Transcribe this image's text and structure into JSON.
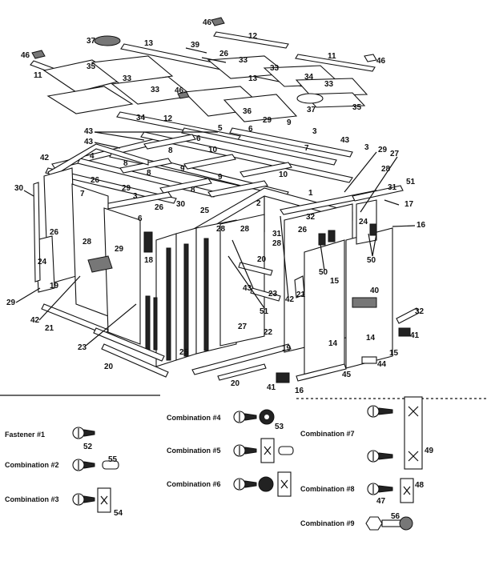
{
  "part_callouts": [
    {
      "id": "c1",
      "label": "46"
    },
    {
      "id": "c2",
      "label": "12"
    },
    {
      "id": "c3",
      "label": "37"
    },
    {
      "id": "c4",
      "label": "13"
    },
    {
      "id": "c5",
      "label": "39"
    },
    {
      "id": "c6",
      "label": "26"
    },
    {
      "id": "c7",
      "label": "33"
    },
    {
      "id": "c8",
      "label": "11"
    },
    {
      "id": "c9",
      "label": "46"
    },
    {
      "id": "c10",
      "label": "46"
    },
    {
      "id": "c11",
      "label": "35"
    },
    {
      "id": "c12",
      "label": "33"
    },
    {
      "id": "c13",
      "label": "13"
    },
    {
      "id": "c14",
      "label": "34"
    },
    {
      "id": "c15",
      "label": "11"
    },
    {
      "id": "c16",
      "label": "33"
    },
    {
      "id": "c17",
      "label": "33"
    },
    {
      "id": "c18",
      "label": "46"
    },
    {
      "id": "c19",
      "label": "33"
    },
    {
      "id": "c20",
      "label": "36"
    },
    {
      "id": "c21",
      "label": "37"
    },
    {
      "id": "c22",
      "label": "35"
    },
    {
      "id": "c23",
      "label": "34"
    },
    {
      "id": "c24",
      "label": "12"
    },
    {
      "id": "c25",
      "label": "43"
    },
    {
      "id": "c26",
      "label": "5"
    },
    {
      "id": "c27",
      "label": "29"
    },
    {
      "id": "c28",
      "label": "9"
    },
    {
      "id": "c29",
      "label": "6"
    },
    {
      "id": "c30",
      "label": "3"
    },
    {
      "id": "c31",
      "label": "43"
    },
    {
      "id": "c32",
      "label": "7"
    },
    {
      "id": "c33",
      "label": "43"
    },
    {
      "id": "c34",
      "label": "6"
    },
    {
      "id": "c35",
      "label": "10"
    },
    {
      "id": "c36",
      "label": "8"
    },
    {
      "id": "c37",
      "label": "3"
    },
    {
      "id": "c38",
      "label": "29"
    },
    {
      "id": "c39",
      "label": "27"
    },
    {
      "id": "c40",
      "label": "42"
    },
    {
      "id": "c41",
      "label": "4"
    },
    {
      "id": "c42",
      "label": "8"
    },
    {
      "id": "c43",
      "label": "9"
    },
    {
      "id": "c44",
      "label": "10"
    },
    {
      "id": "c45",
      "label": "28"
    },
    {
      "id": "c46",
      "label": "26"
    },
    {
      "id": "c47",
      "label": "8"
    },
    {
      "id": "c48",
      "label": "29"
    },
    {
      "id": "c49",
      "label": "9"
    },
    {
      "id": "c50",
      "label": "8"
    },
    {
      "id": "c51",
      "label": "1"
    },
    {
      "id": "c52",
      "label": "31"
    },
    {
      "id": "c53",
      "label": "51"
    },
    {
      "id": "c54",
      "label": "30"
    },
    {
      "id": "c55",
      "label": "7"
    },
    {
      "id": "c56",
      "label": "3"
    },
    {
      "id": "c57",
      "label": "2"
    },
    {
      "id": "c58",
      "label": "26"
    },
    {
      "id": "c59",
      "label": "30"
    },
    {
      "id": "c60",
      "label": "25"
    },
    {
      "id": "c61",
      "label": "32"
    },
    {
      "id": "c62",
      "label": "17"
    },
    {
      "id": "c63",
      "label": "24"
    },
    {
      "id": "c64",
      "label": "16"
    },
    {
      "id": "c65",
      "label": "6"
    },
    {
      "id": "c66",
      "label": "28"
    },
    {
      "id": "c67",
      "label": "31"
    },
    {
      "id": "c68",
      "label": "26"
    },
    {
      "id": "c69",
      "label": "28"
    },
    {
      "id": "c70",
      "label": "26"
    },
    {
      "id": "c71",
      "label": "28"
    },
    {
      "id": "c72",
      "label": "29"
    },
    {
      "id": "c73",
      "label": "28"
    },
    {
      "id": "c74",
      "label": "42"
    },
    {
      "id": "c75",
      "label": "50"
    },
    {
      "id": "c76",
      "label": "24"
    },
    {
      "id": "c77",
      "label": "18"
    },
    {
      "id": "c78",
      "label": "20"
    },
    {
      "id": "c79",
      "label": "50"
    },
    {
      "id": "c80",
      "label": "15"
    },
    {
      "id": "c81",
      "label": "19"
    },
    {
      "id": "c82",
      "label": "43"
    },
    {
      "id": "c83",
      "label": "23"
    },
    {
      "id": "c84",
      "label": "21"
    },
    {
      "id": "c85",
      "label": "29"
    },
    {
      "id": "c86",
      "label": "42"
    },
    {
      "id": "c87",
      "label": "51"
    },
    {
      "id": "c88",
      "label": "40"
    },
    {
      "id": "c89",
      "label": "21"
    },
    {
      "id": "c90",
      "label": "27"
    },
    {
      "id": "c91",
      "label": "32"
    },
    {
      "id": "c92",
      "label": "23"
    },
    {
      "id": "c93",
      "label": "22"
    },
    {
      "id": "c94",
      "label": "14"
    },
    {
      "id": "c95",
      "label": "14"
    },
    {
      "id": "c96",
      "label": "41"
    },
    {
      "id": "c97",
      "label": "20"
    },
    {
      "id": "c98",
      "label": "25"
    },
    {
      "id": "c99",
      "label": "19"
    },
    {
      "id": "c100",
      "label": "15"
    },
    {
      "id": "c101",
      "label": "44"
    },
    {
      "id": "c102",
      "label": "45"
    },
    {
      "id": "c103",
      "label": "41"
    },
    {
      "id": "c104",
      "label": "16"
    },
    {
      "id": "c105",
      "label": "20"
    }
  ],
  "hardware": {
    "fastener_1": {
      "label": "Fastener #1",
      "part": "52"
    },
    "combination_2": {
      "label": "Combination #2",
      "parts": [
        "55"
      ]
    },
    "combination_3": {
      "label": "Combination #3",
      "parts": [
        "54"
      ]
    },
    "combination_4": {
      "label": "Combination #4",
      "parts": [
        "53"
      ]
    },
    "combination_5": {
      "label": "Combination #5"
    },
    "combination_6": {
      "label": "Combination #6"
    },
    "combination_7": {
      "label": "Combination #7",
      "parts": [
        "49"
      ]
    },
    "combination_8": {
      "label": "Combination #8",
      "parts": [
        "47",
        "48"
      ]
    },
    "combination_9": {
      "label": "Combination #9",
      "parts": [
        "56"
      ]
    }
  },
  "colors": {
    "ink": "#111111",
    "paper": "#ffffff"
  }
}
